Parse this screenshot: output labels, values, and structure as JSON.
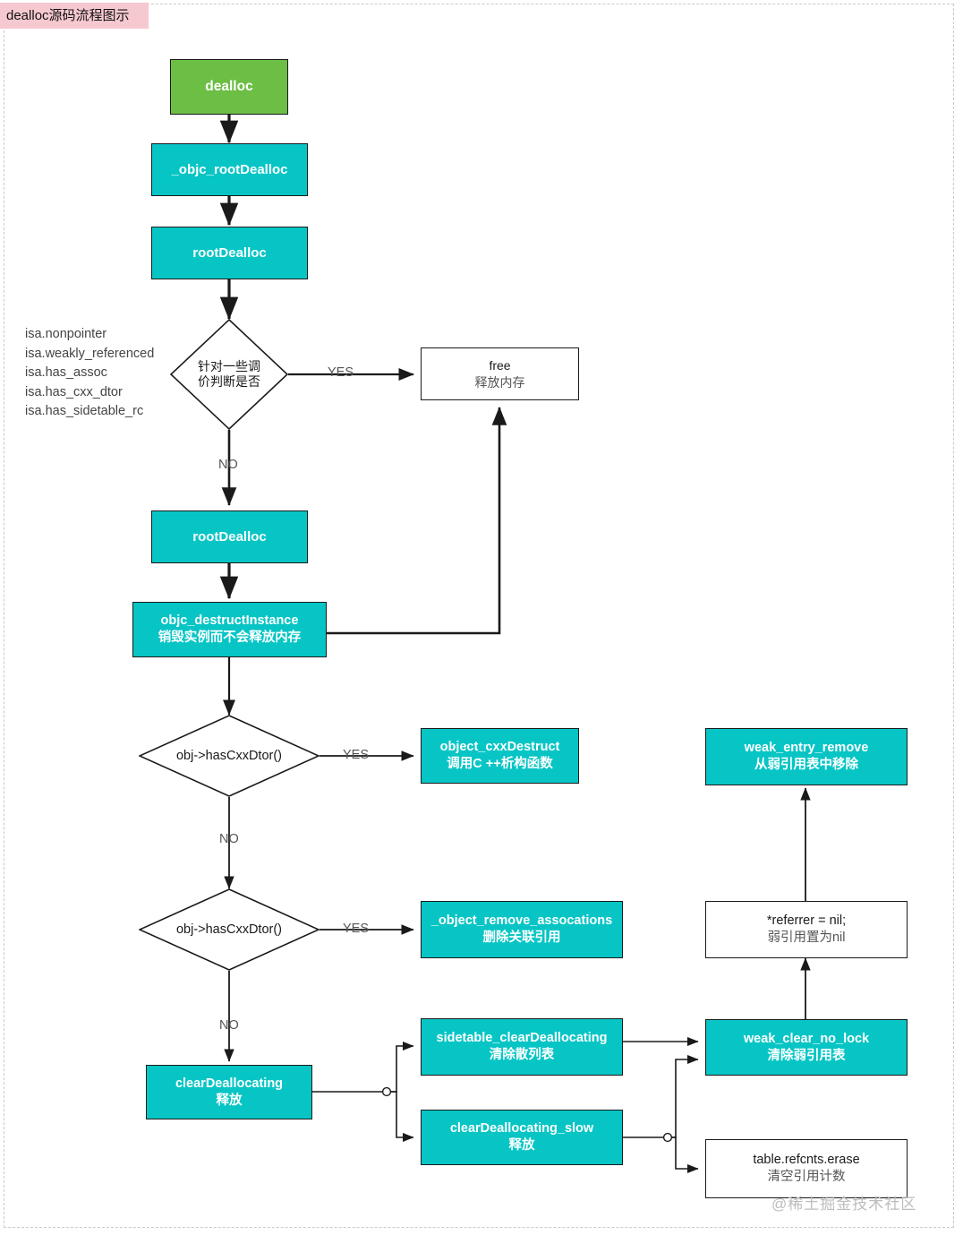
{
  "page": {
    "title_badge": "dealloc源码流程图示",
    "watermark": "@稀土掘金技术社区",
    "colors": {
      "start": "#6cbe45",
      "process": "#08c5c5",
      "plain": "#ffffff",
      "badge": "#f6c9d0",
      "line": "#1a1a1a"
    }
  },
  "isa_list": {
    "lines": [
      "isa.nonpointer",
      "isa.weakly_referenced",
      "isa.has_assoc",
      "isa.has_cxx_dtor",
      "isa.has_sidetable_rc"
    ]
  },
  "nodes": {
    "dealloc": {
      "l1": "dealloc",
      "l2": ""
    },
    "objc_rootdealloc": {
      "l1": "_objc_rootDealloc",
      "l2": ""
    },
    "rootdealloc_1": {
      "l1": "rootDealloc",
      "l2": ""
    },
    "decision_isa": {
      "l1": "针对一些调",
      "l2": "价判断是否"
    },
    "free": {
      "l1": "free",
      "l2": "释放内存"
    },
    "rootdealloc_2": {
      "l1": "rootDealloc",
      "l2": ""
    },
    "destruct_instance": {
      "l1": "objc_destructInstance",
      "l2": "销毁实例而不会释放内存"
    },
    "decision_cxx_1": {
      "l1": "obj->hasCxxDtor()",
      "l2": ""
    },
    "cxx_destruct": {
      "l1": "object_cxxDestruct",
      "l2": "调用C ++析构函数"
    },
    "decision_cxx_2": {
      "l1": "obj->hasCxxDtor()",
      "l2": ""
    },
    "remove_assoc": {
      "l1": "_object_remove_assocations",
      "l2": "删除关联引用"
    },
    "clear_deallocating": {
      "l1": "clearDeallocating",
      "l2": "释放"
    },
    "sidetable_clear": {
      "l1": "sidetable_clearDeallocating",
      "l2": "清除散列表"
    },
    "clear_slow": {
      "l1": "clearDeallocating_slow",
      "l2": "释放"
    },
    "weak_clear_no_lock": {
      "l1": "weak_clear_no_lock",
      "l2": "清除弱引用表"
    },
    "refcnts_erase": {
      "l1": "table.refcnts.erase",
      "l2": "清空引用计数"
    },
    "referrer_nil": {
      "l1": "*referrer = nil;",
      "l2": "弱引用置为nil"
    },
    "weak_entry_remove": {
      "l1": "weak_entry_remove",
      "l2": "从弱引用表中移除"
    }
  },
  "edge_labels": {
    "isa_yes": "YES",
    "isa_no": "NO",
    "cxx1_yes": "YES",
    "cxx1_no": "NO",
    "cxx2_yes": "YES",
    "cxx2_no": "NO"
  }
}
